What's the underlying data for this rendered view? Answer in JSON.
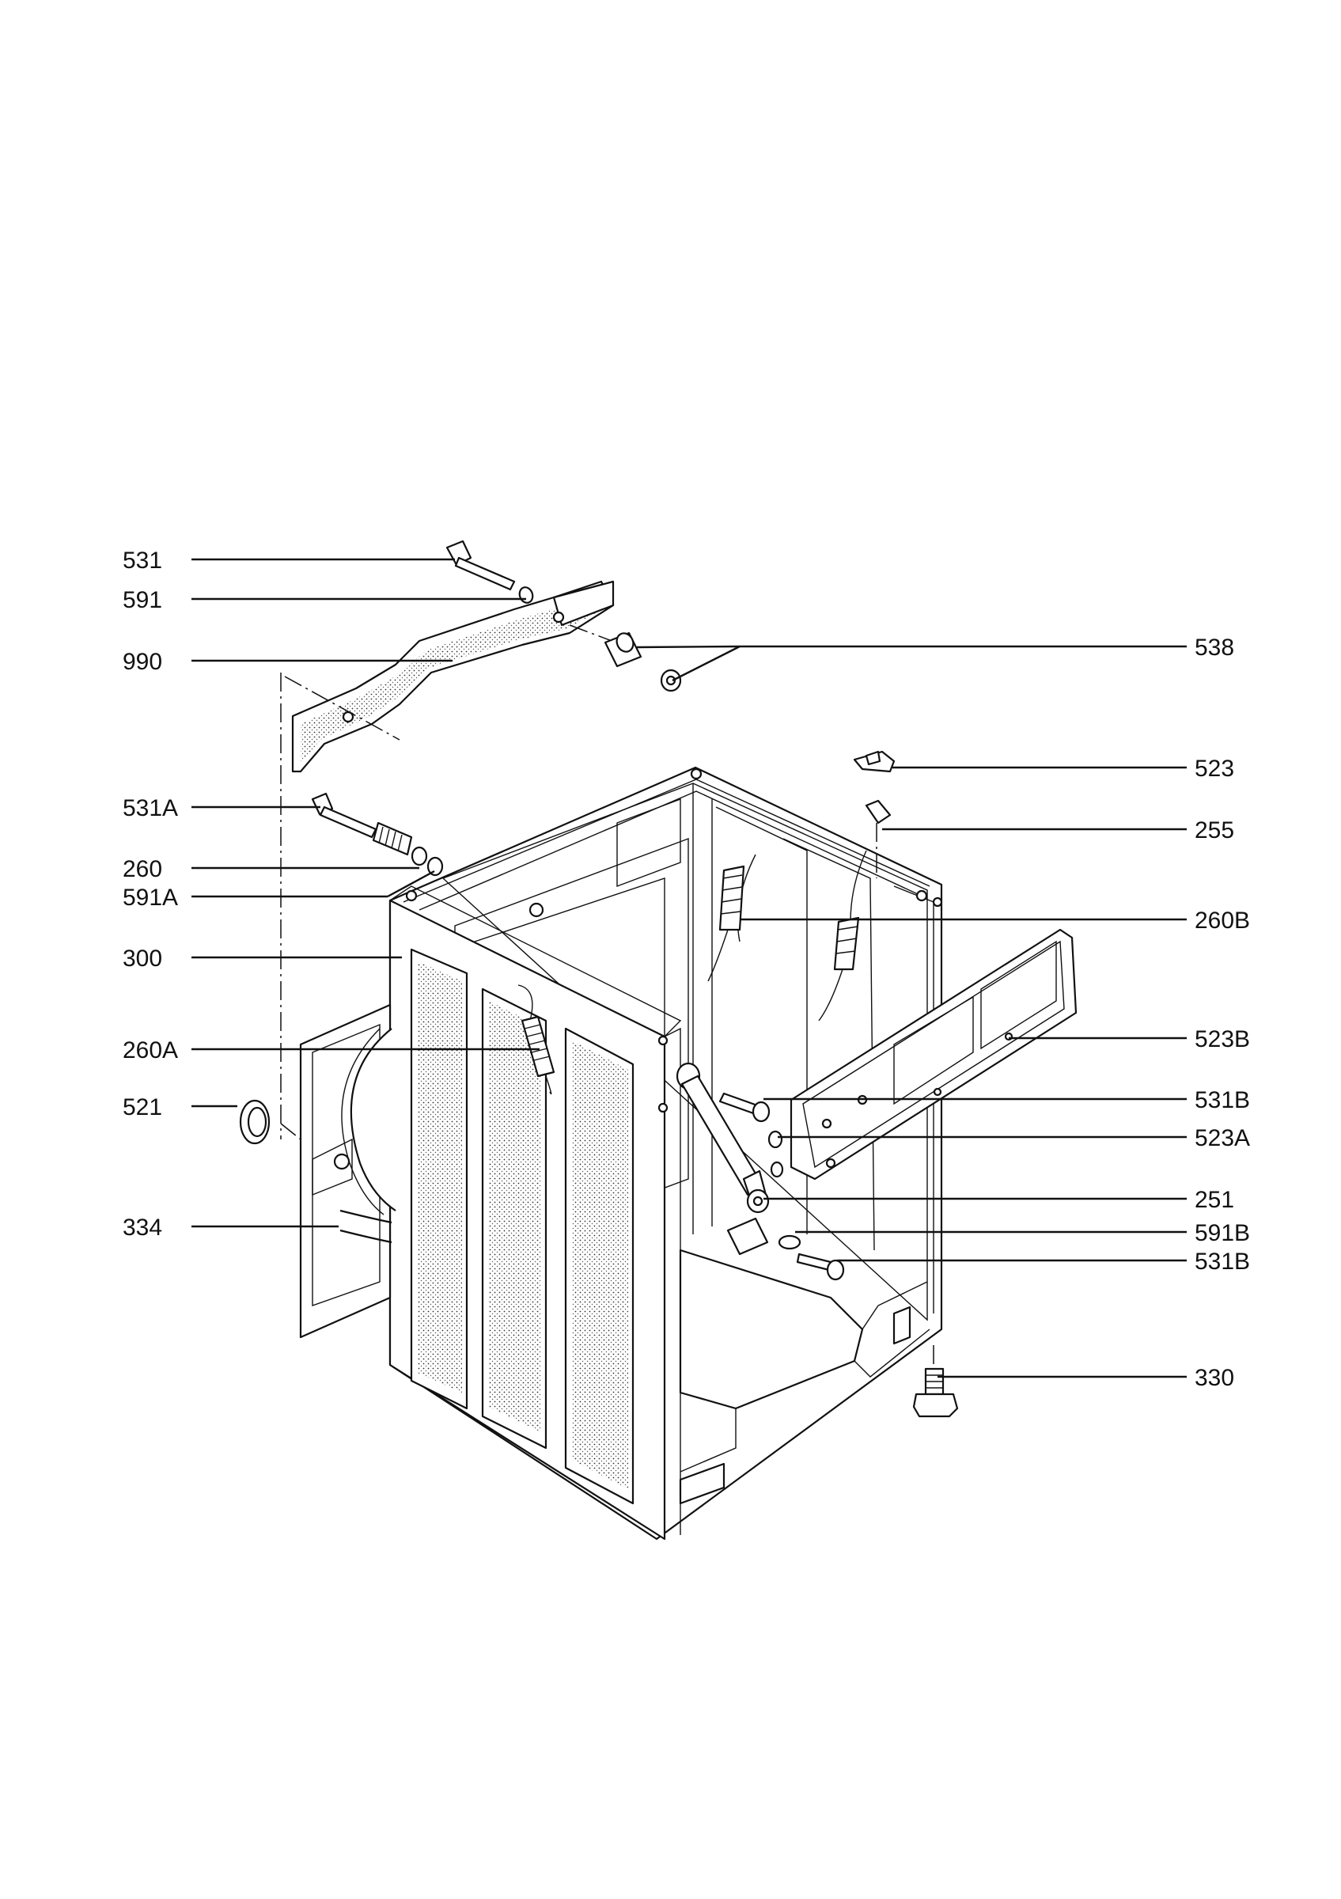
{
  "callouts": [
    {
      "id": "531",
      "text": "531"
    },
    {
      "id": "591",
      "text": "591"
    },
    {
      "id": "990",
      "text": "990"
    },
    {
      "id": "531A",
      "text": "531A"
    },
    {
      "id": "260",
      "text": "260"
    },
    {
      "id": "591A",
      "text": "591A"
    },
    {
      "id": "300",
      "text": "300"
    },
    {
      "id": "260A",
      "text": "260A"
    },
    {
      "id": "521",
      "text": "521"
    },
    {
      "id": "334",
      "text": "334"
    },
    {
      "id": "538",
      "text": "538"
    },
    {
      "id": "523",
      "text": "523"
    },
    {
      "id": "255",
      "text": "255"
    },
    {
      "id": "260B",
      "text": "260B"
    },
    {
      "id": "523B",
      "text": "523B"
    },
    {
      "id": "531B_upper",
      "text": "531B"
    },
    {
      "id": "523A",
      "text": "523A"
    },
    {
      "id": "251",
      "text": "251"
    },
    {
      "id": "591B",
      "text": "591B"
    },
    {
      "id": "531B_lower",
      "text": "531B"
    },
    {
      "id": "330",
      "text": "330"
    }
  ],
  "colors": {
    "ink": "#111111",
    "paper": "#ffffff"
  }
}
